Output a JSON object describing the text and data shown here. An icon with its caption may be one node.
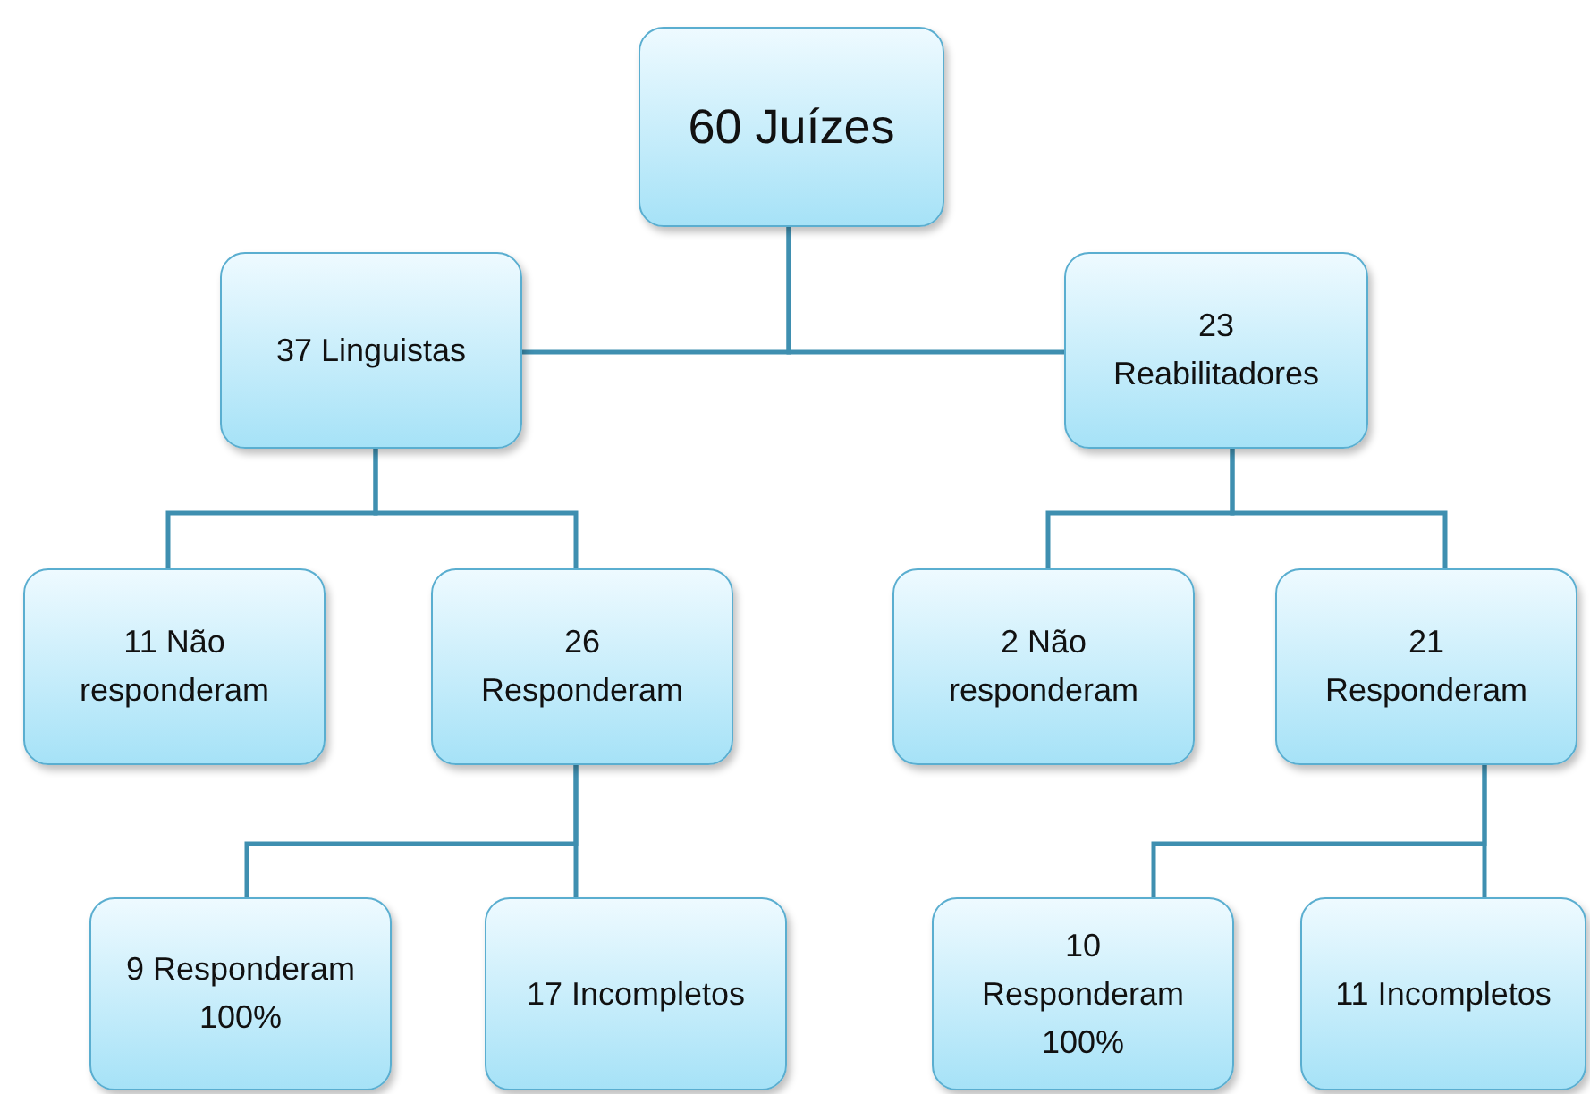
{
  "diagram": {
    "nodes": [
      {
        "text": [
          "60 Juízes"
        ]
      },
      {
        "text": [
          "37 Linguistas"
        ]
      },
      {
        "text": [
          "23 Reabilitadores"
        ]
      },
      {
        "text": [
          "11 Não responderam"
        ]
      },
      {
        "text": [
          "26 Responderam"
        ]
      },
      {
        "text": [
          "2 Não responderam"
        ]
      },
      {
        "text": [
          "21 Responderam"
        ]
      },
      {
        "text": [
          "9 Responderam 100%"
        ]
      },
      {
        "text": [
          "17 Incompletos"
        ]
      },
      {
        "text": [
          "10 Responderam 100%"
        ]
      },
      {
        "text": [
          "11 Incompletos"
        ]
      }
    ],
    "edges": [
      {
        "from": 0,
        "to": 1,
        "arrow": "none"
      },
      {
        "from": 0,
        "to": 2,
        "arrow": "none"
      },
      {
        "from": 1,
        "to": 3,
        "arrow": "none"
      },
      {
        "from": 1,
        "to": 4,
        "arrow": "none"
      },
      {
        "from": 2,
        "to": 5,
        "arrow": "none"
      },
      {
        "from": 2,
        "to": 6,
        "arrow": "none"
      },
      {
        "from": 4,
        "to": 7,
        "arrow": "none"
      },
      {
        "from": 4,
        "to": 8,
        "arrow": "none"
      },
      {
        "from": 6,
        "to": 9,
        "arrow": "none"
      },
      {
        "from": 6,
        "to": 10,
        "arrow": "none"
      }
    ]
  }
}
